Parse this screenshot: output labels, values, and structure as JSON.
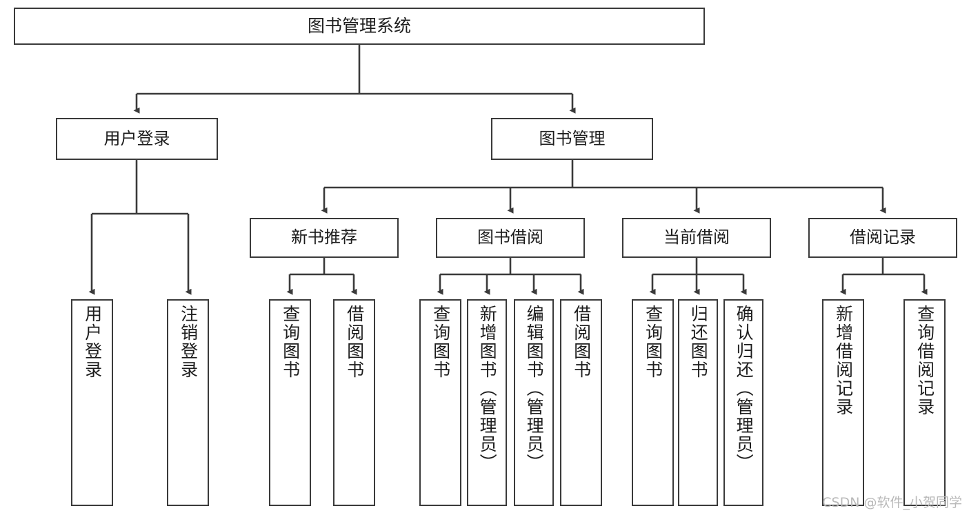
{
  "diagram": {
    "type": "tree-hierarchy-chart",
    "root": {
      "id": "root",
      "label": "图书管理系统"
    },
    "level1": [
      {
        "id": "user-login",
        "label": "用户登录"
      },
      {
        "id": "book-management",
        "label": "图书管理"
      }
    ],
    "level2": [
      {
        "id": "new-book-recommend",
        "label": "新书推荐"
      },
      {
        "id": "book-borrow",
        "label": "图书借阅"
      },
      {
        "id": "current-borrow",
        "label": "当前借阅"
      },
      {
        "id": "borrow-record",
        "label": "借阅记录"
      }
    ],
    "leaves": {
      "user_login": [
        {
          "id": "leaf-user-login",
          "label": "用户登录"
        },
        {
          "id": "leaf-logout-login",
          "label": "注销登录"
        }
      ],
      "new_book_recommend": [
        {
          "id": "leaf-query-book-1",
          "label": "查询图书"
        },
        {
          "id": "leaf-borrow-book-1",
          "label": "借阅图书"
        }
      ],
      "book_borrow": [
        {
          "id": "leaf-query-book-2",
          "label": "查询图书"
        },
        {
          "id": "leaf-add-book",
          "label": "新增图书（管理员）"
        },
        {
          "id": "leaf-edit-book",
          "label": "编辑图书（管理员）"
        },
        {
          "id": "leaf-borrow-book-2",
          "label": "借阅图书"
        }
      ],
      "current_borrow": [
        {
          "id": "leaf-query-book-3",
          "label": "查询图书"
        },
        {
          "id": "leaf-return-book",
          "label": "归还图书"
        },
        {
          "id": "leaf-confirm-return",
          "label": "确认归还（管理员）"
        }
      ],
      "borrow_record": [
        {
          "id": "leaf-add-record",
          "label": "新增借阅记录"
        },
        {
          "id": "leaf-query-record",
          "label": "查询借阅记录"
        }
      ]
    },
    "watermark": "CSDN @软件_小贺同学",
    "colors": {
      "border": "#3a3a3a",
      "background": "#ffffff",
      "text": "#1d1d1d",
      "connector": "#3a3a3a",
      "watermark": "#b9b9b9"
    }
  }
}
